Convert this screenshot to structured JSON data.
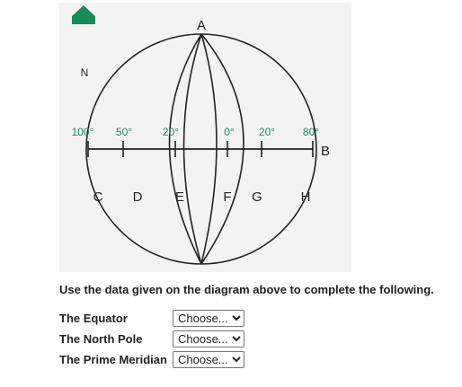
{
  "diagram": {
    "pole_top_label": "A",
    "parallel_end_label": "B",
    "north_label": "N",
    "colors": {
      "accent_green": "#1f8a63",
      "north_arrow": "#1a8a57",
      "line": "#222222",
      "panel_bg": "#f3f3f3"
    },
    "degree_labels": [
      "100°",
      "50°",
      "20°",
      "0°",
      "20°",
      "80°"
    ],
    "meridian_letters": [
      "C",
      "D",
      "E",
      "F",
      "G",
      "H"
    ]
  },
  "instructions": "Use the data given on the diagram above to complete the following.",
  "questions": [
    {
      "label": "The Equator",
      "selected": "Choose..."
    },
    {
      "label": "The North Pole",
      "selected": "Choose..."
    },
    {
      "label": "The Prime Meridian",
      "selected": "Choose..."
    }
  ]
}
